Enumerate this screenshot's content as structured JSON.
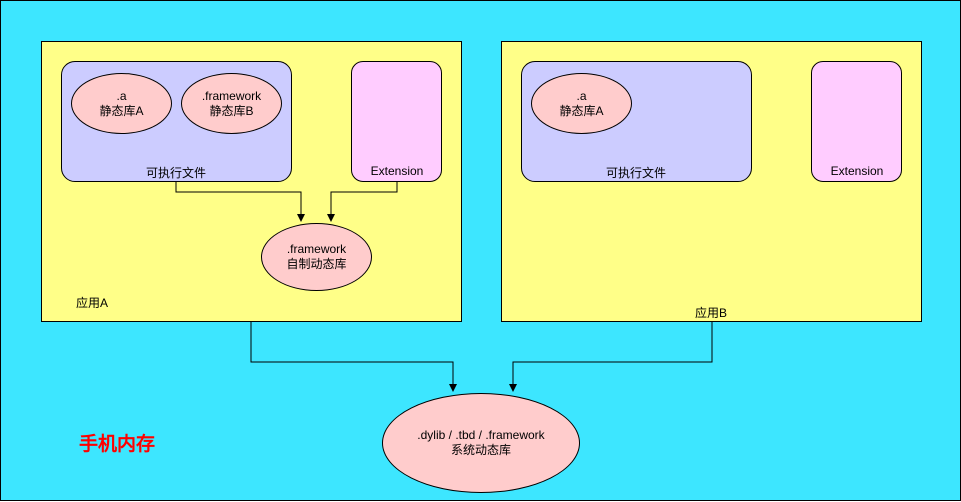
{
  "app_a": {
    "label": "应用A",
    "executable_label": "可执行文件",
    "static_lib_a": {
      "line1": ".a",
      "line2": "静态库A"
    },
    "static_lib_b": {
      "line1": ".framework",
      "line2": "静态库B"
    },
    "extension_label": "Extension",
    "custom_dylib": {
      "line1": ".framework",
      "line2": "自制动态库"
    }
  },
  "app_b": {
    "label": "应用B",
    "executable_label": "可执行文件",
    "static_lib_a": {
      "line1": ".a",
      "line2": "静态库A"
    },
    "extension_label": "Extension"
  },
  "system_dylib": {
    "line1": ".dylib / .tbd / .framework",
    "line2": "系统动态库"
  },
  "memory_title": "手机内存",
  "colors": {
    "background": "#3de6ff",
    "app_box": "#ffff88",
    "executable_box": "#ccccff",
    "extension_box": "#ffccff",
    "library_ellipse": "#ffcccc",
    "title_text": "#ff0000"
  }
}
